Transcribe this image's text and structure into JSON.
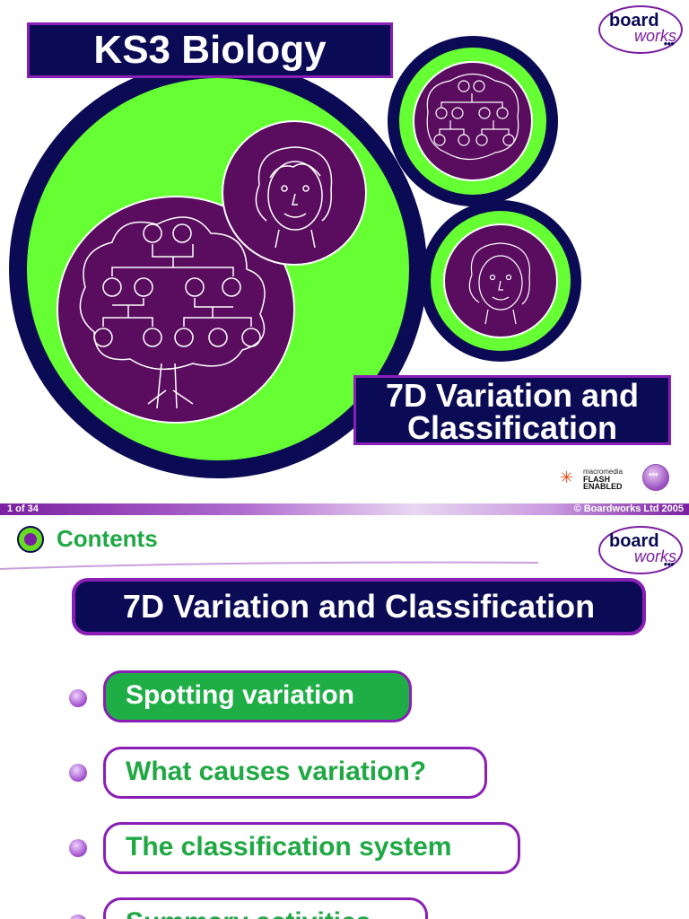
{
  "slide1": {
    "title": "KS3 Biology",
    "topic_line1": "7D Variation and",
    "topic_line2": "Classification",
    "logo": {
      "word1": "board",
      "word2": "works",
      "dots": "●●●"
    },
    "flash_badge": {
      "line1": "macromedia",
      "line2": "FLASH",
      "line3": "ENABLED"
    },
    "next_button_glyph": "•••",
    "footer": {
      "page": "1 of 34",
      "copyright": "© Boardworks Ltd 2005"
    }
  },
  "slide2": {
    "section_title": "Contents",
    "logo": {
      "word1": "board",
      "word2": "works",
      "dots": "●●●"
    },
    "heading": "7D Variation and Classification",
    "menu": [
      {
        "label": "Spotting variation",
        "active": true
      },
      {
        "label": "What causes variation?",
        "active": false
      },
      {
        "label": "The classification system",
        "active": false
      },
      {
        "label": "Summary activities",
        "active": false
      }
    ]
  },
  "colors": {
    "navy": "#0b0a55",
    "purple": "#8a1fb5",
    "lime": "#66ff33",
    "plum": "#5a0d5f",
    "green_text": "#1fa843"
  }
}
